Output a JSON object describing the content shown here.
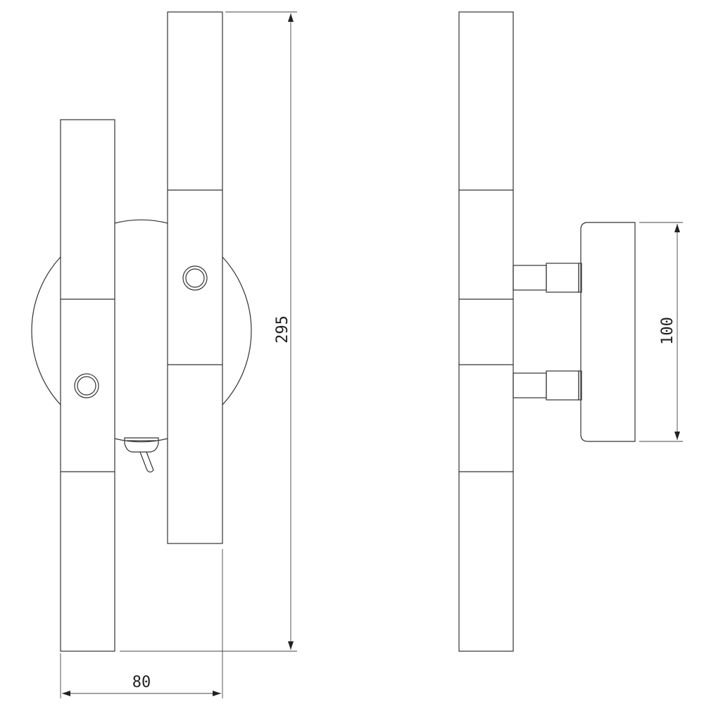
{
  "drawing": {
    "dimensions": {
      "height": "295",
      "width": "80",
      "base_height": "100"
    },
    "line_color": "#333333"
  }
}
